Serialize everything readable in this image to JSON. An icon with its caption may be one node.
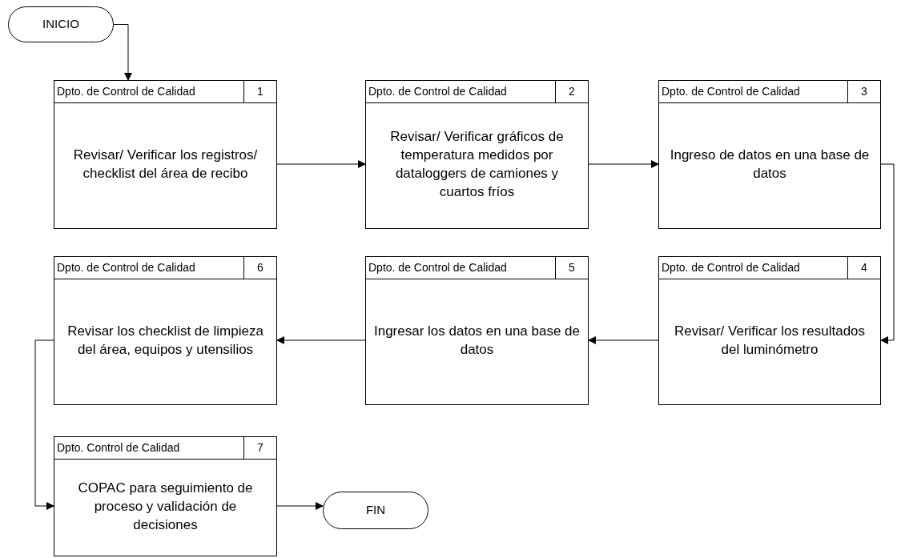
{
  "diagram": {
    "nodes": [
      {
        "text": [
          "INICIO"
        ]
      },
      {
        "text": [
          "Dpto. de Control de Calidad",
          "1",
          "Revisar/ Verificar los registros/ checklist del área de recibo"
        ]
      },
      {
        "text": [
          "Dpto. de Control de Calidad",
          "2",
          "Revisar/ Verificar gráficos de temperatura medidos por dataloggers de camiones y cuartos fríos"
        ]
      },
      {
        "text": [
          "Dpto. de Control de Calidad",
          "3",
          "Ingreso de datos en una base de datos"
        ]
      },
      {
        "text": [
          "Dpto. de Control de Calidad",
          "4",
          "Revisar/ Verificar los resultados del luminómetro"
        ]
      },
      {
        "text": [
          "Dpto. de Control de Calidad",
          "5",
          "Ingresar los datos en una base de datos"
        ]
      },
      {
        "text": [
          "Dpto. de Control de Calidad",
          "6",
          "Revisar los checklist de limpieza del área, equipos y utensilios"
        ]
      },
      {
        "text": [
          "Dpto. Control de Calidad",
          "7",
          "COPAC para seguimiento de proceso y validación de decisiones"
        ]
      },
      {
        "text": [
          "FIN"
        ]
      }
    ],
    "edges": [
      {
        "from": 0,
        "to": 1,
        "arrow": "to"
      },
      {
        "from": 1,
        "to": 2,
        "arrow": "to"
      },
      {
        "from": 2,
        "to": 3,
        "arrow": "to"
      },
      {
        "from": 3,
        "to": 4,
        "arrow": "to"
      },
      {
        "from": 4,
        "to": 5,
        "arrow": "to"
      },
      {
        "from": 5,
        "to": 6,
        "arrow": "to"
      },
      {
        "from": 6,
        "to": 7,
        "arrow": "to"
      },
      {
        "from": 7,
        "to": 8,
        "arrow": "to"
      }
    ]
  }
}
